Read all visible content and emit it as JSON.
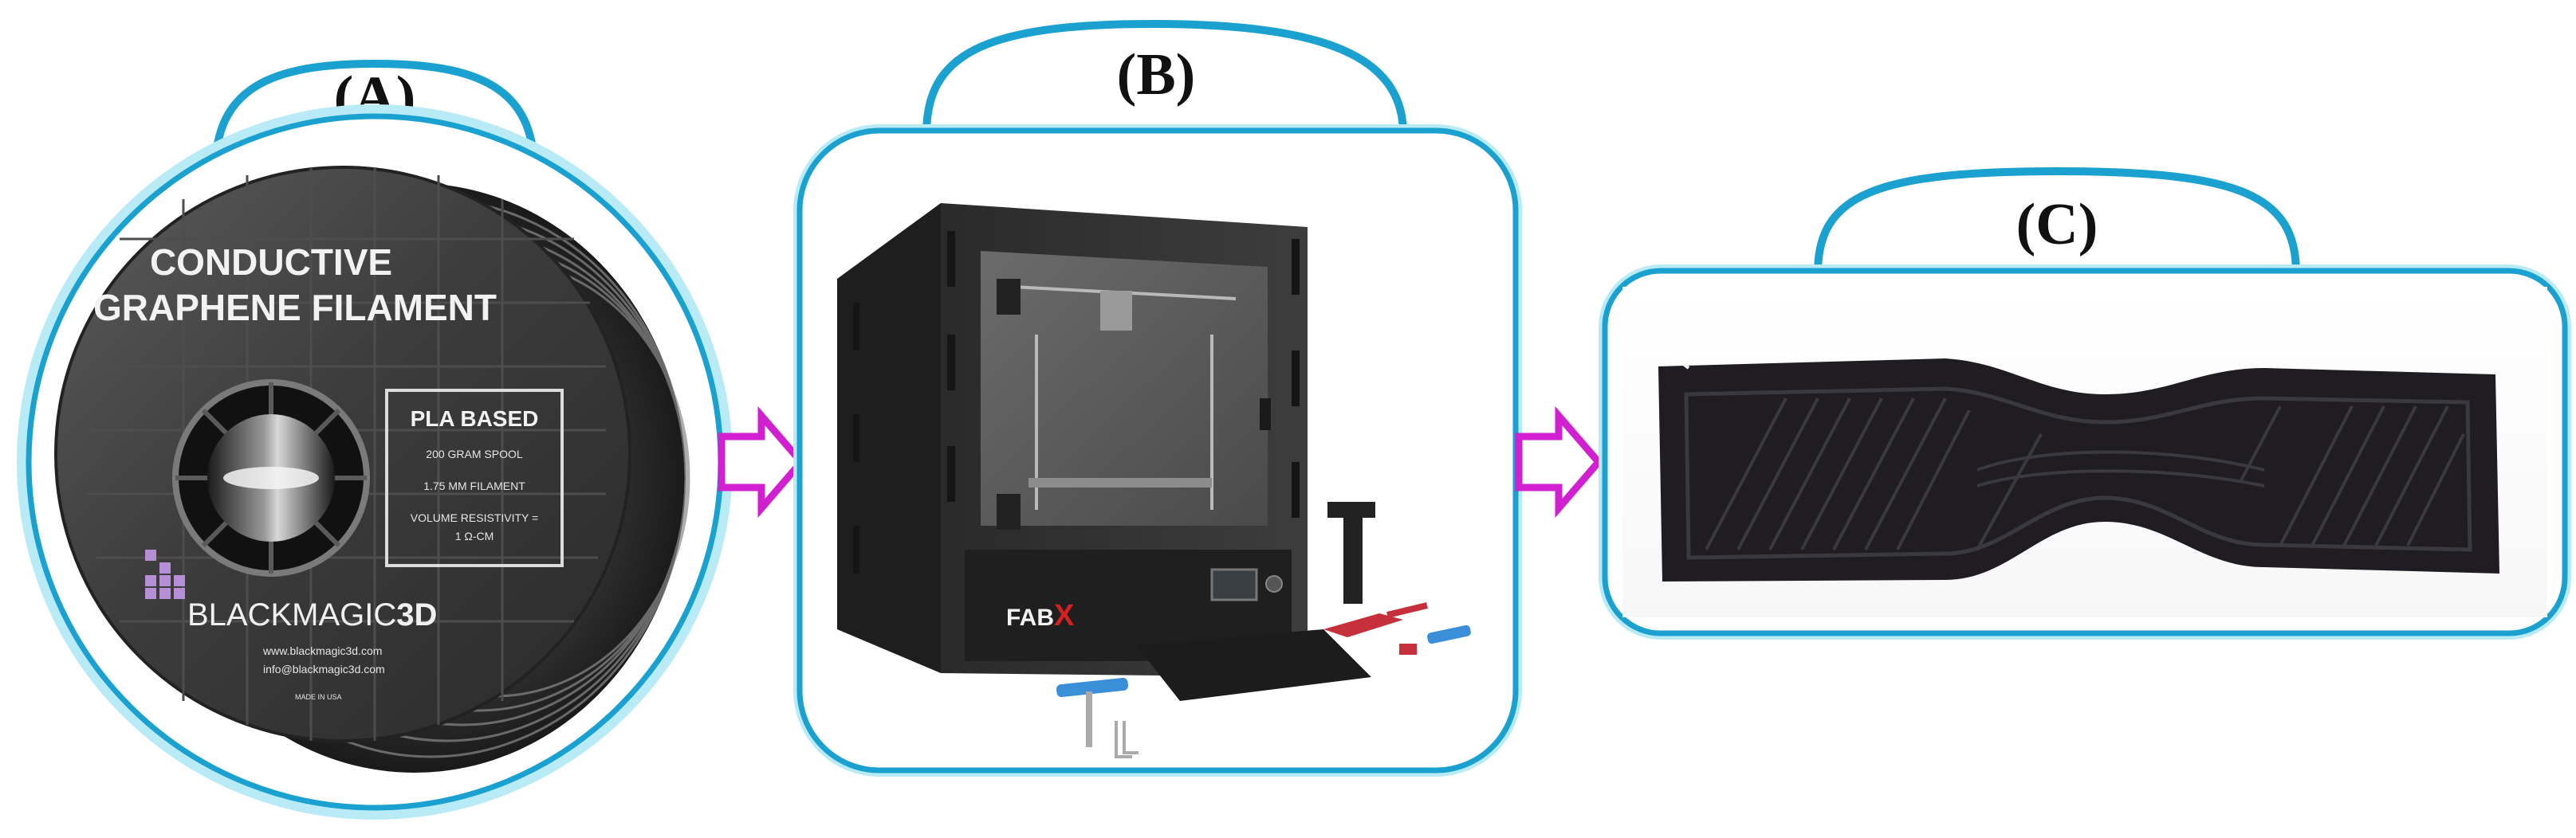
{
  "panels": [
    {
      "label": "(A)",
      "content": {
        "spool_title_line1": "CONDUCTIVE",
        "spool_title_line2": "GRAPHENE FILAMENT",
        "spool_box_title": "PLA BASED",
        "spool_box_line1": "200 GRAM SPOOL",
        "spool_box_line2": "1.75 MM FILAMENT",
        "spool_box_line3": "VOLUME RESISTIVITY =",
        "spool_box_line4": "1 Ω-CM",
        "brand_name_part1": "BLACKMAGIC",
        "brand_name_part2": "3D",
        "website": "www.blackmagic3d.com",
        "email": "info@blackmagic3d.com",
        "made_in": "MADE IN USA"
      }
    },
    {
      "label": "(B)",
      "content": {
        "printer_brand_part1": "FAB",
        "printer_brand_part2": "X"
      }
    },
    {
      "label": "(C)"
    }
  ],
  "colors": {
    "frame": "#1ba1cf",
    "frame_glow": "#b9ebf7",
    "arrow": "#d020d0",
    "label_text": "#111111"
  }
}
